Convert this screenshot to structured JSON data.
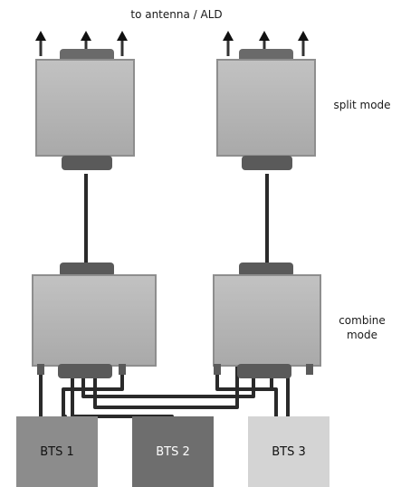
{
  "labels": {
    "top": "to antenna / ALD",
    "split": "split mode",
    "combine_line1": "combine",
    "combine_line2": "mode"
  },
  "bts": [
    {
      "label": "BTS 1",
      "color": "#8c8c8c",
      "text_color": "#111111"
    },
    {
      "label": "BTS 2",
      "color": "#6e6e6e",
      "text_color": "#ffffff"
    },
    {
      "label": "BTS 3",
      "color": "#d4d4d4",
      "text_color": "#111111"
    }
  ],
  "colors": {
    "unit_body": "#b5b5b5",
    "unit_edge": "#8e8e8e",
    "connector": "#5a5a5a",
    "cable": "#2a2a2a",
    "arrow": "#111111"
  }
}
